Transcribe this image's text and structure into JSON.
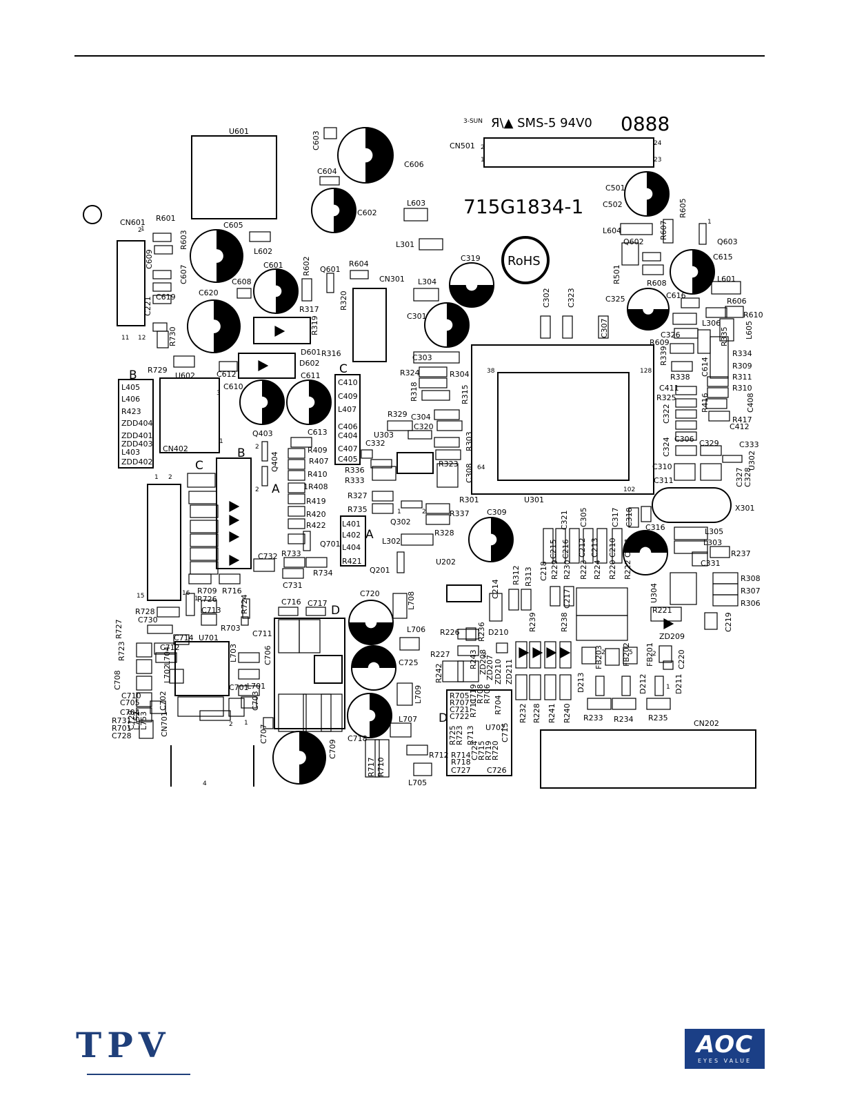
{
  "board": {
    "part_number": "715G1834-1",
    "rohs_mark": "RoHS",
    "maker_mark": "3-SUN",
    "cert_mark": "Я\\▲ SMS-5 94V0",
    "date_code": "0888",
    "section_markers": [
      "A",
      "B",
      "C",
      "D"
    ]
  },
  "components": [
    {
      "id": "U601",
      "t": "U601"
    },
    {
      "id": "C603",
      "t": "C603"
    },
    {
      "id": "C606",
      "t": "C606"
    },
    {
      "id": "C604",
      "t": "C604"
    },
    {
      "id": "C602",
      "t": "C602"
    },
    {
      "id": "L603",
      "t": "L603"
    },
    {
      "id": "CN501",
      "t": "CN501"
    },
    {
      "id": "C501",
      "t": "C501"
    },
    {
      "id": "C502",
      "t": "C502"
    },
    {
      "id": "R605",
      "t": "R605"
    },
    {
      "id": "L604",
      "t": "L604"
    },
    {
      "id": "R607",
      "t": "R607"
    },
    {
      "id": "Q603",
      "t": "Q603"
    },
    {
      "id": "Q602",
      "t": "Q602"
    },
    {
      "id": "C615",
      "t": "C615"
    },
    {
      "id": "R501",
      "t": "R501"
    },
    {
      "id": "R608",
      "t": "R608"
    },
    {
      "id": "L601",
      "t": "L601"
    },
    {
      "id": "C616",
      "t": "C616"
    },
    {
      "id": "R606",
      "t": "R606"
    },
    {
      "id": "C325",
      "t": "C325"
    },
    {
      "id": "R610",
      "t": "R610"
    },
    {
      "id": "L306",
      "t": "L306"
    },
    {
      "id": "R335",
      "t": "R335"
    },
    {
      "id": "L605",
      "t": "L605"
    },
    {
      "id": "C326",
      "t": "C326"
    },
    {
      "id": "R609",
      "t": "R609"
    },
    {
      "id": "R334",
      "t": "R334"
    },
    {
      "id": "R309",
      "t": "R309"
    },
    {
      "id": "R339",
      "t": "R339"
    },
    {
      "id": "R338",
      "t": "R338"
    },
    {
      "id": "C614",
      "t": "C614"
    },
    {
      "id": "R311",
      "t": "R311"
    },
    {
      "id": "R310",
      "t": "R310"
    },
    {
      "id": "C411",
      "t": "C411"
    },
    {
      "id": "R325",
      "t": "R325"
    },
    {
      "id": "C408",
      "t": "C408"
    },
    {
      "id": "R416",
      "t": "R416"
    },
    {
      "id": "C322",
      "t": "C322"
    },
    {
      "id": "R417",
      "t": "R417"
    },
    {
      "id": "C412",
      "t": "C412"
    },
    {
      "id": "C306",
      "t": "C306"
    },
    {
      "id": "C329",
      "t": "C329"
    },
    {
      "id": "C333",
      "t": "C333"
    },
    {
      "id": "C324",
      "t": "C324"
    },
    {
      "id": "U302",
      "t": "U302"
    },
    {
      "id": "C310",
      "t": "C310"
    },
    {
      "id": "C311",
      "t": "C311"
    },
    {
      "id": "C327",
      "t": "C327"
    },
    {
      "id": "C328",
      "t": "C328"
    },
    {
      "id": "X301",
      "t": "X301"
    },
    {
      "id": "CN601",
      "t": "CN601"
    },
    {
      "id": "R601",
      "t": "R601"
    },
    {
      "id": "C605",
      "t": "C605"
    },
    {
      "id": "R603",
      "t": "R603"
    },
    {
      "id": "C609",
      "t": "C609"
    },
    {
      "id": "L602",
      "t": "L602"
    },
    {
      "id": "C607",
      "t": "C607"
    },
    {
      "id": "C601",
      "t": "C601"
    },
    {
      "id": "R602",
      "t": "R602"
    },
    {
      "id": "Q601",
      "t": "Q601"
    },
    {
      "id": "R604",
      "t": "R604"
    },
    {
      "id": "CN301",
      "t": "CN301"
    },
    {
      "id": "L301",
      "t": "L301"
    },
    {
      "id": "C319",
      "t": "C319"
    },
    {
      "id": "C608",
      "t": "C608"
    },
    {
      "id": "C619",
      "t": "C619"
    },
    {
      "id": "C221",
      "t": "C221"
    },
    {
      "id": "C620",
      "t": "C620"
    },
    {
      "id": "R317",
      "t": "R317"
    },
    {
      "id": "R320",
      "t": "R320"
    },
    {
      "id": "L304",
      "t": "L304"
    },
    {
      "id": "C302",
      "t": "C302"
    },
    {
      "id": "C323",
      "t": "C323"
    },
    {
      "id": "R319",
      "t": "R319"
    },
    {
      "id": "C301",
      "t": "C301"
    },
    {
      "id": "C307",
      "t": "C307"
    },
    {
      "id": "R730",
      "t": "R730"
    },
    {
      "id": "D601",
      "t": "D601"
    },
    {
      "id": "R316",
      "t": "R316"
    },
    {
      "id": "C303",
      "t": "C303"
    },
    {
      "id": "D602",
      "t": "D602"
    },
    {
      "id": "R729",
      "t": "R729"
    },
    {
      "id": "U602",
      "t": "U602"
    },
    {
      "id": "C612",
      "t": "C612"
    },
    {
      "id": "C410",
      "t": "C410"
    },
    {
      "id": "R324",
      "t": "R324"
    },
    {
      "id": "R304",
      "t": "R304"
    },
    {
      "id": "L405",
      "t": "L405"
    },
    {
      "id": "L406",
      "t": "L406"
    },
    {
      "id": "R423",
      "t": "R423"
    },
    {
      "id": "ZDD404",
      "t": "ZDD404"
    },
    {
      "id": "ZDD401",
      "t": "ZDD401"
    },
    {
      "id": "ZDD403",
      "t": "ZDD403"
    },
    {
      "id": "L403",
      "t": "L403"
    },
    {
      "id": "ZDD402",
      "t": "ZDD402"
    },
    {
      "id": "C610",
      "t": "C610"
    },
    {
      "id": "C611",
      "t": "C611"
    },
    {
      "id": "C409",
      "t": "C409"
    },
    {
      "id": "L407",
      "t": "L407"
    },
    {
      "id": "R318",
      "t": "R318"
    },
    {
      "id": "R315",
      "t": "R315"
    },
    {
      "id": "R329",
      "t": "R329"
    },
    {
      "id": "C304",
      "t": "C304"
    },
    {
      "id": "C320",
      "t": "C320"
    },
    {
      "id": "C406",
      "t": "C406"
    },
    {
      "id": "C404",
      "t": "C404"
    },
    {
      "id": "Q403",
      "t": "Q403"
    },
    {
      "id": "C613",
      "t": "C613"
    },
    {
      "id": "U303",
      "t": "U303"
    },
    {
      "id": "C332",
      "t": "C332"
    },
    {
      "id": "R303",
      "t": "R303"
    },
    {
      "id": "C407",
      "t": "C407"
    },
    {
      "id": "C405",
      "t": "C405"
    },
    {
      "id": "R409",
      "t": "R409"
    },
    {
      "id": "R407",
      "t": "R407"
    },
    {
      "id": "R323",
      "t": "R323"
    },
    {
      "id": "CN402",
      "t": "CN402"
    },
    {
      "id": "Q404",
      "t": "Q404"
    },
    {
      "id": "R410",
      "t": "R410"
    },
    {
      "id": "R408",
      "t": "1R408"
    },
    {
      "id": "R336",
      "t": "R336"
    },
    {
      "id": "R333",
      "t": "R333"
    },
    {
      "id": "C308",
      "t": "C308"
    },
    {
      "id": "R327",
      "t": "R327"
    },
    {
      "id": "R419",
      "t": "R419"
    },
    {
      "id": "R735",
      "t": "R735"
    },
    {
      "id": "R301",
      "t": "R301"
    },
    {
      "id": "U301",
      "t": "U301"
    },
    {
      "id": "R420",
      "t": "R420"
    },
    {
      "id": "R337",
      "t": "R337"
    },
    {
      "id": "C309",
      "t": "C309"
    },
    {
      "id": "L401",
      "t": "L401"
    },
    {
      "id": "Q302",
      "t": "Q302"
    },
    {
      "id": "C321",
      "t": "C321"
    },
    {
      "id": "C305",
      "t": "C305"
    },
    {
      "id": "C317",
      "t": "C317"
    },
    {
      "id": "C318",
      "t": "C318"
    },
    {
      "id": "R422",
      "t": "R422"
    },
    {
      "id": "L402",
      "t": "L402"
    },
    {
      "id": "R328",
      "t": "R328"
    },
    {
      "id": "C316",
      "t": "C316"
    },
    {
      "id": "L305",
      "t": "L305"
    },
    {
      "id": "L302",
      "t": "L302"
    },
    {
      "id": "L303",
      "t": "L303"
    },
    {
      "id": "Q701",
      "t": "Q701"
    },
    {
      "id": "L404",
      "t": "L404"
    },
    {
      "id": "R733",
      "t": "R733"
    },
    {
      "id": "C732",
      "t": "C732"
    },
    {
      "id": "R421",
      "t": "R421"
    },
    {
      "id": "R237",
      "t": "R237"
    },
    {
      "id": "C331",
      "t": "C331"
    },
    {
      "id": "U202",
      "t": "U202"
    },
    {
      "id": "Q201",
      "t": "Q201"
    },
    {
      "id": "R734",
      "t": "R734"
    },
    {
      "id": "C731",
      "t": "C731"
    },
    {
      "id": "R308",
      "t": "R308"
    },
    {
      "id": "R307",
      "t": "R307"
    },
    {
      "id": "R306",
      "t": "R306"
    },
    {
      "id": "C215",
      "t": "C215"
    },
    {
      "id": "C216",
      "t": "C216"
    },
    {
      "id": "C212",
      "t": "C212"
    },
    {
      "id": "C213",
      "t": "C213"
    },
    {
      "id": "C210",
      "t": "C210"
    },
    {
      "id": "C211",
      "t": "C211"
    },
    {
      "id": "R229",
      "t": "R229"
    },
    {
      "id": "R230",
      "t": "R230"
    },
    {
      "id": "R223",
      "t": "R223"
    },
    {
      "id": "R224",
      "t": "R224"
    },
    {
      "id": "R220",
      "t": "R220"
    },
    {
      "id": "R222",
      "t": "R222"
    },
    {
      "id": "R312",
      "t": "R312"
    },
    {
      "id": "R313",
      "t": "R313"
    },
    {
      "id": "C218",
      "t": "C218"
    },
    {
      "id": "C214",
      "t": "C214"
    },
    {
      "id": "C217",
      "t": "C217"
    },
    {
      "id": "U304",
      "t": "U304"
    },
    {
      "id": "R221",
      "t": "R221"
    },
    {
      "id": "C219",
      "t": "C219"
    },
    {
      "id": "R709",
      "t": "R709"
    },
    {
      "id": "R716",
      "t": "R716"
    },
    {
      "id": "R726",
      "t": "R726"
    },
    {
      "id": "C716",
      "t": "C716"
    },
    {
      "id": "C717",
      "t": "C717"
    },
    {
      "id": "C720",
      "t": "C720"
    },
    {
      "id": "L708",
      "t": "L708"
    },
    {
      "id": "R728",
      "t": "R728"
    },
    {
      "id": "C713",
      "t": "C713"
    },
    {
      "id": "R724",
      "t": "R724"
    },
    {
      "id": "C730",
      "t": "C730"
    },
    {
      "id": "R703",
      "t": "R703"
    },
    {
      "id": "R727",
      "t": "R727"
    },
    {
      "id": "C714",
      "t": "C714"
    },
    {
      "id": "U701",
      "t": "U701"
    },
    {
      "id": "C711",
      "t": "C711"
    },
    {
      "id": "L706",
      "t": "L706"
    },
    {
      "id": "R226",
      "t": "R226"
    },
    {
      "id": "R236",
      "t": "R236"
    },
    {
      "id": "D210",
      "t": "D210"
    },
    {
      "id": "R239",
      "t": "R239"
    },
    {
      "id": "R238",
      "t": "R238"
    },
    {
      "id": "ZD209",
      "t": "ZD209"
    },
    {
      "id": "C712",
      "t": "C712"
    },
    {
      "id": "R723",
      "t": "R723"
    },
    {
      "id": "L704",
      "t": "L704"
    },
    {
      "id": "L702",
      "t": "L702"
    },
    {
      "id": "L703",
      "t": "L703"
    },
    {
      "id": "C706",
      "t": "C706"
    },
    {
      "id": "R227",
      "t": "R227"
    },
    {
      "id": "C725",
      "t": "C725"
    },
    {
      "id": "R242",
      "t": "R242"
    },
    {
      "id": "R243",
      "t": "R243"
    },
    {
      "id": "ZD208",
      "t": "ZD208"
    },
    {
      "id": "ZD207",
      "t": "ZD207"
    },
    {
      "id": "ZD210",
      "t": "ZD210"
    },
    {
      "id": "ZD211",
      "t": "ZD211"
    },
    {
      "id": "FB203",
      "t": "FB203"
    },
    {
      "id": "FB202",
      "t": "FB202"
    },
    {
      "id": "FB201",
      "t": "FB201"
    },
    {
      "id": "C220",
      "t": "C220"
    },
    {
      "id": "C708",
      "t": "C708"
    },
    {
      "id": "C701",
      "t": "C701"
    },
    {
      "id": "L701",
      "t": "L701"
    },
    {
      "id": "C710",
      "t": "C710"
    },
    {
      "id": "C705",
      "t": "C705"
    },
    {
      "id": "C702",
      "t": "C702"
    },
    {
      "id": "C703",
      "t": "C703"
    },
    {
      "id": "L709",
      "t": "L709"
    },
    {
      "id": "D213",
      "t": "D213"
    },
    {
      "id": "D212",
      "t": "D212"
    },
    {
      "id": "D211",
      "t": "D211"
    },
    {
      "id": "C704",
      "t": "C704"
    },
    {
      "id": "R705",
      "t": "R705"
    },
    {
      "id": "R707",
      "t": "R707"
    },
    {
      "id": "C721",
      "t": "C721"
    },
    {
      "id": "C722",
      "t": "C722"
    },
    {
      "id": "R711",
      "t": "R711"
    },
    {
      "id": "C719",
      "t": "C719"
    },
    {
      "id": "R708",
      "t": "R708"
    },
    {
      "id": "R706",
      "t": "R706"
    },
    {
      "id": "R704",
      "t": "R704"
    },
    {
      "id": "R232",
      "t": "R232"
    },
    {
      "id": "R228",
      "t": "R228"
    },
    {
      "id": "R241",
      "t": "R241"
    },
    {
      "id": "R240",
      "t": "R240"
    },
    {
      "id": "R233",
      "t": "R233"
    },
    {
      "id": "R234",
      "t": "R234"
    },
    {
      "id": "R235",
      "t": "R235"
    },
    {
      "id": "R731",
      "t": "R731"
    },
    {
      "id": "R701",
      "t": "R701"
    },
    {
      "id": "C728",
      "t": "C728"
    },
    {
      "id": "C729",
      "t": "C729"
    },
    {
      "id": "L752",
      "t": "L752"
    },
    {
      "id": "L753",
      "t": "L753"
    },
    {
      "id": "CN701",
      "t": "CN701"
    },
    {
      "id": "L707",
      "t": "L707"
    },
    {
      "id": "U702",
      "t": "U702"
    },
    {
      "id": "C715",
      "t": "C715"
    },
    {
      "id": "CN202",
      "t": "CN202"
    },
    {
      "id": "C707",
      "t": "C707"
    },
    {
      "id": "C709",
      "t": "C709"
    },
    {
      "id": "C718",
      "t": "C718"
    },
    {
      "id": "R725",
      "t": "R725"
    },
    {
      "id": "R723b",
      "t": "R723"
    },
    {
      "id": "R713",
      "t": "R713"
    },
    {
      "id": "R712",
      "t": "R712"
    },
    {
      "id": "R714",
      "t": "R714"
    },
    {
      "id": "R718",
      "t": "R718"
    },
    {
      "id": "C724",
      "t": "C724"
    },
    {
      "id": "R715",
      "t": "R715"
    },
    {
      "id": "R719",
      "t": "R719"
    },
    {
      "id": "R720",
      "t": "R720"
    },
    {
      "id": "C727",
      "t": "C727"
    },
    {
      "id": "C726",
      "t": "C726"
    },
    {
      "id": "R717",
      "t": "R717"
    },
    {
      "id": "R710",
      "t": "R710"
    },
    {
      "id": "L705",
      "t": "L705"
    }
  ],
  "pins": [
    "2",
    "1",
    "24",
    "23",
    "1",
    "2",
    "11",
    "12",
    "3",
    "1",
    "1",
    "2",
    "38",
    "128",
    "64",
    "102",
    "1",
    "15",
    "16",
    "1",
    "2",
    "2",
    "1",
    "2",
    "2",
    "5",
    "4",
    "1",
    "2",
    "2",
    "2",
    "1"
  ],
  "footer": {
    "left_logo": "TPV",
    "right_logo": "AOC",
    "right_tagline": "EYES VALUE"
  }
}
